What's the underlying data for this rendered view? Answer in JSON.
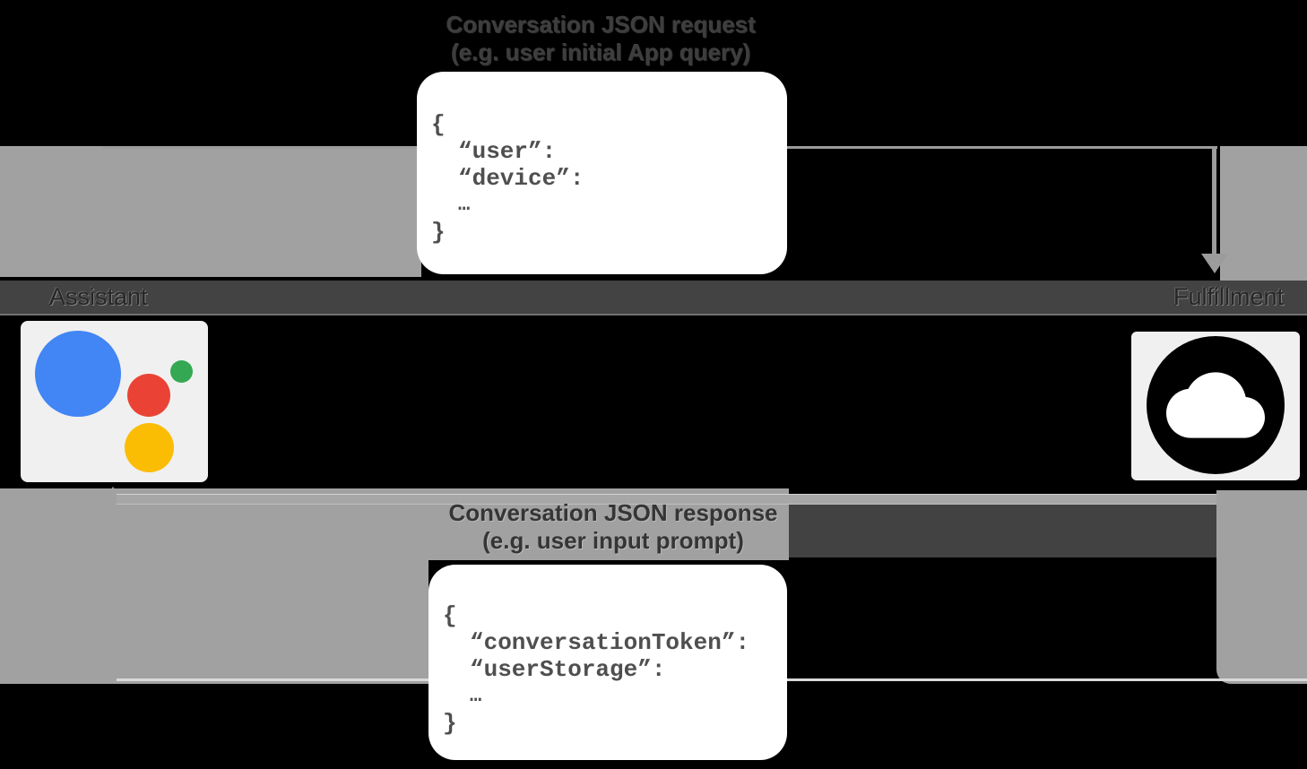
{
  "titles": {
    "request": {
      "line1": "Conversation JSON request",
      "line2": "(e.g. user initial App query)"
    },
    "response": {
      "line1": "Conversation JSON response",
      "line2": "(e.g. user input prompt)"
    }
  },
  "actors": {
    "assistant": {
      "label": "Assistant"
    },
    "fulfillment": {
      "label": "Fulfillment"
    }
  },
  "request_json": {
    "open": "{",
    "line1": "“user”:",
    "line2": "“device”:",
    "ellipsis": "…",
    "close": "}"
  },
  "response_json": {
    "open": "{",
    "line1": "“conversationToken”:",
    "line2": "“userStorage”:",
    "ellipsis": "…",
    "close": "}"
  },
  "icons": {
    "assistant_logo": "google-assistant-logo",
    "fulfillment_icon": "cloud-icon"
  },
  "colors": {
    "background": "#000000",
    "flow_gray": "#a1a1a1",
    "arrow_gray": "#9b9b9b",
    "band_dark": "#434343",
    "card_light": "#f0f0f0",
    "box_white": "#ffffff",
    "code_text": "#4f4f4f",
    "logo_blue": "#4285f4",
    "logo_red": "#ea4335",
    "logo_green": "#34a853",
    "logo_yellow": "#fbbc04"
  }
}
